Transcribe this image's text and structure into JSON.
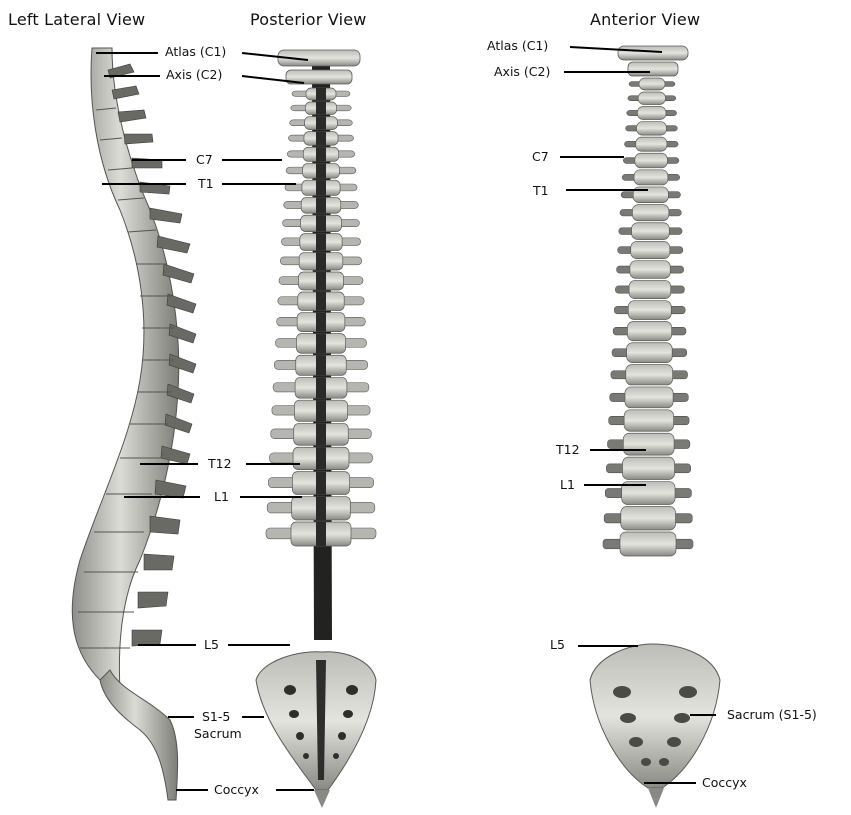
{
  "views": {
    "lateral": {
      "title": "Left Lateral View"
    },
    "posterior": {
      "title": "Posterior View"
    },
    "anterior": {
      "title": "Anterior View"
    }
  },
  "labels": {
    "atlas": "Atlas (C1)",
    "axis": "Axis (C2)",
    "c7": "C7",
    "t1": "T1",
    "t12": "T12",
    "l1": "L1",
    "l5": "L5",
    "s15": "S1-5",
    "sacrum": "Sacrum",
    "coccyx": "Coccyx",
    "sacrum_s15": "Sacrum (S1-5)"
  },
  "colors": {
    "bone": "#d2d2cc",
    "bone_shadow": "#8e8e88",
    "bone_dark": "#3a3a38",
    "leader": "#000000"
  }
}
